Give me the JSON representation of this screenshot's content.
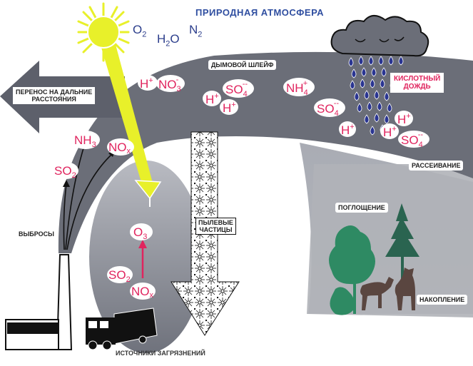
{
  "title": "ПРИРОДНАЯ АТМОСФЕРА",
  "atmosphere_gases": [
    {
      "base": "O",
      "sub": "2"
    },
    {
      "base": "H",
      "sub": "2",
      "tail": "O"
    },
    {
      "base": "N",
      "sub": "2"
    }
  ],
  "labels": {
    "plume": "ДЫМОВОЙ ШЛЕЙФ",
    "long_range_line1": "ПЕРЕНОС НА ДАЛЬНИЕ",
    "long_range_line2": "РАССТОЯНИЯ",
    "acid_rain_line1": "КИСЛОТНЫЙ",
    "acid_rain_line2": "ДОЖДЬ",
    "dispersion": "РАССЕИВАНИЕ",
    "absorption": "ПОГЛОЩЕНИЕ",
    "accumulation": "НАКОПЛЕНИЕ",
    "emissions": "ВЫБРОСЫ",
    "dust_line1": "ПЫЛЕВЫЕ",
    "dust_line2": "ЧАСТИЦЫ",
    "sources": "ИСТОЧНИКИ ЗАГРЯЗНЕНИЙ"
  },
  "ions": {
    "h_plus": "H",
    "plus": "+",
    "no3": "NO",
    "no3_sub": "3",
    "no3_sup": "-",
    "so4": "SO",
    "so4_sub": "4",
    "so4_sup": "--",
    "nh4": "NH",
    "nh4_sub": "4",
    "nh4_sup": "+"
  },
  "emitted": {
    "so2": "SO",
    "so2_sub": "2",
    "nh3": "NH",
    "nh3_sub": "3",
    "nox": "NO",
    "nox_sub": "x",
    "o3": "O",
    "o3_sub": "3"
  },
  "colors": {
    "plume": "#6b6e78",
    "ion_text": "#e0245e",
    "title": "#2f4ea0",
    "sun": "#e8f02a",
    "tree": "#2e8a63",
    "deer": "#5a4640",
    "raindrop": "#2a3591"
  }
}
